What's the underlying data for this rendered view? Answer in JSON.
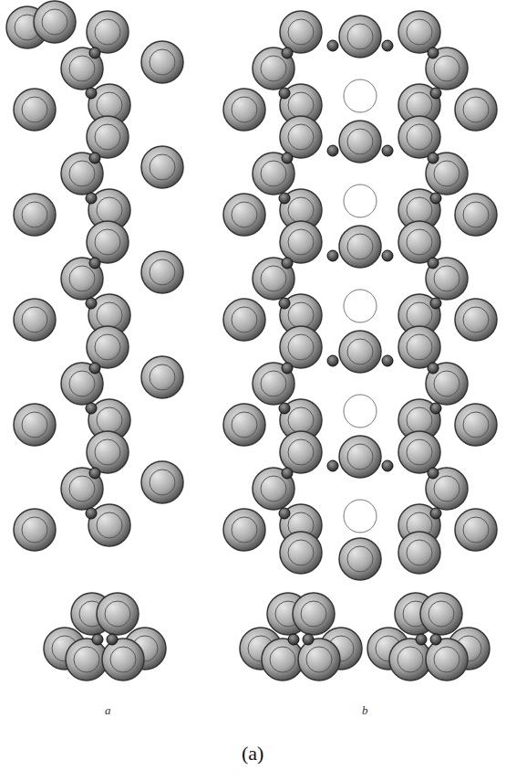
{
  "diagram": {
    "caption": "(a)",
    "labels": [
      "a",
      "b"
    ]
  }
}
